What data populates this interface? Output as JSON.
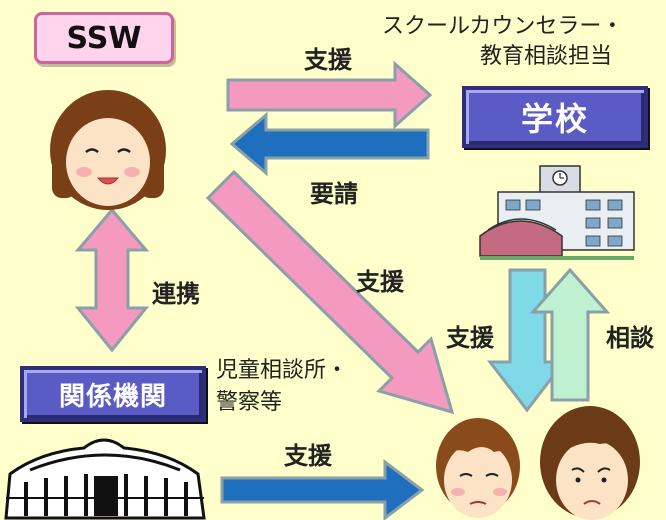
{
  "labels": {
    "ssw": "SSW",
    "school": "学校",
    "agencies": "関係機関",
    "counselor_line1": "スクールカウンセラー・",
    "counselor_line2": "教育相談担当",
    "support_top": "支援",
    "request": "要請",
    "cooperation": "連携",
    "support_diagonal": "支援",
    "support_vertical": "支援",
    "consultation": "相談",
    "child_guidance_line1": "児童相談所・",
    "child_guidance_line2": "警察等",
    "support_bottom": "支援"
  },
  "colors": {
    "background": "#ffffcc",
    "pink_arrow": "#f49ac0",
    "blue_arrow": "#1f6fbf",
    "cyan_arrow": "#7fd9e6",
    "green_arrow": "#bff0d0",
    "arrow_outline": "#8aa0a8",
    "navy_box": "#5b5bc6",
    "ssw_box": "#ffd4ec"
  },
  "icons": {
    "ssw_person": "woman-face-icon",
    "school_building": "school-building-icon",
    "agency_building": "government-building-icon",
    "student_boy": "boy-face-icon",
    "student_girl": "girl-face-icon"
  }
}
